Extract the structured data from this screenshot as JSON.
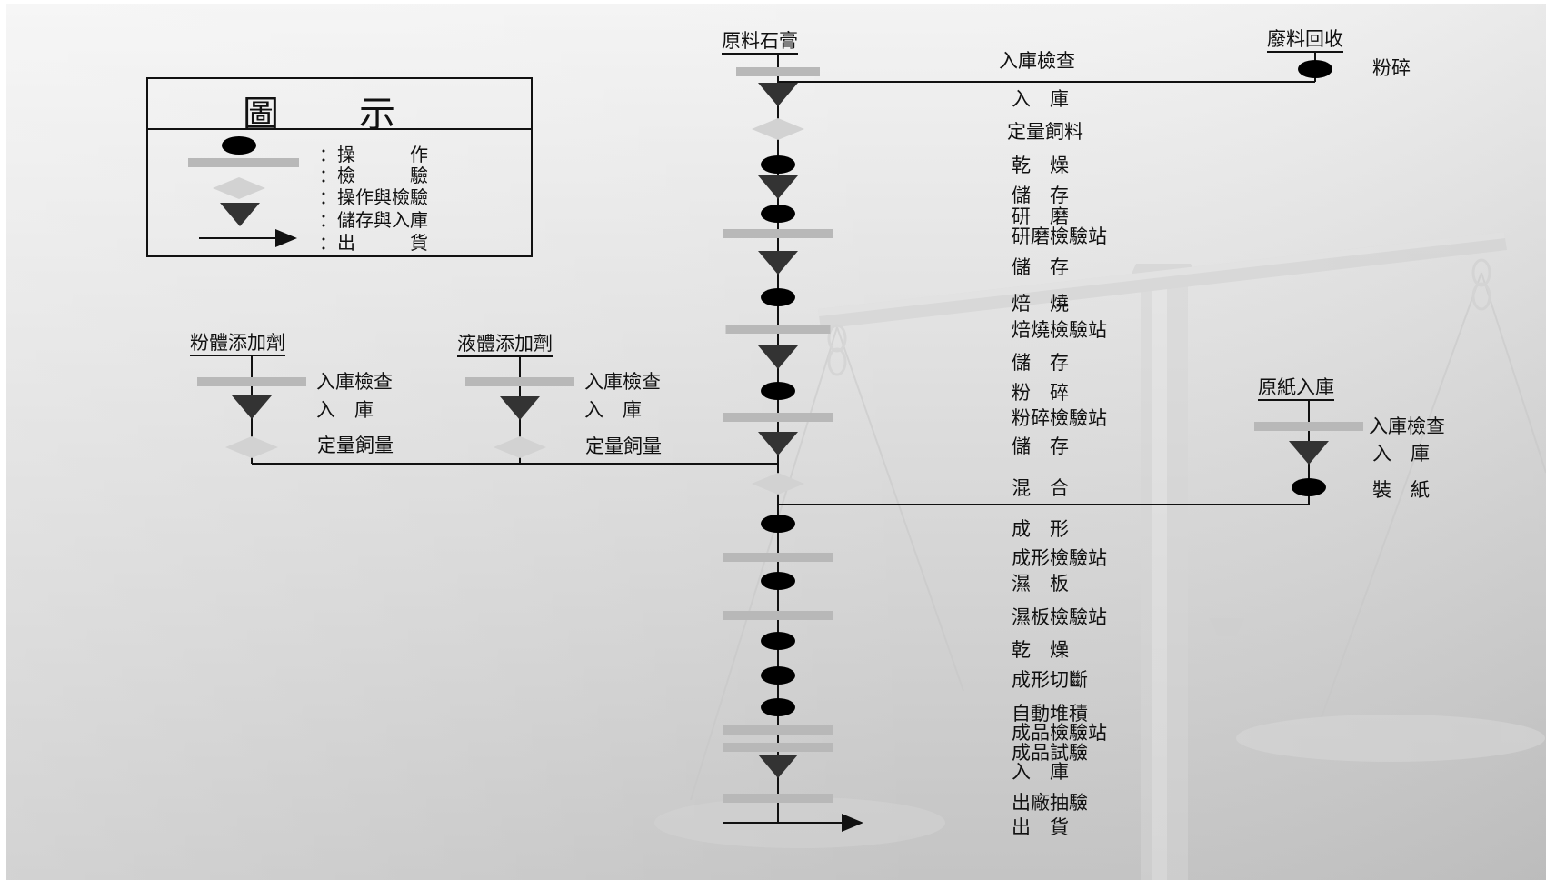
{
  "legend": {
    "title": "圖示",
    "items": [
      {
        "label": "：操　　　作",
        "symbol": "operation"
      },
      {
        "label": "：檢　　　驗",
        "symbol": "inspection"
      },
      {
        "label": "：操作與檢驗",
        "symbol": "operation-and-inspection"
      },
      {
        "label": "：儲存與入庫",
        "symbol": "storage-and-warehousing"
      },
      {
        "label": "：出　　　貨",
        "symbol": "shipment"
      }
    ]
  },
  "sources": {
    "raw_gypsum": "原料石膏",
    "waste_recycling": "廢料回收",
    "powder_additive": "粉體添加劑",
    "liquid_additive": "液體添加劑",
    "paper_intake": "原紙入庫"
  },
  "main_steps": [
    "入庫檢查",
    "入　庫",
    "定量飼料",
    "乾　燥",
    "儲　存",
    "研　磨",
    "研磨檢驗站",
    "儲　存",
    "焙　燒",
    "焙燒檢驗站",
    "儲　存",
    "粉　碎",
    "粉碎檢驗站",
    "儲　存",
    "混　合",
    "成　形",
    "成形檢驗站",
    "濕　板",
    "濕板檢驗站",
    "乾　燥",
    "成形切斷",
    "自動堆積",
    "成品檢驗站",
    "成品試驗",
    "入　庫",
    "出廠抽驗",
    "出　貨"
  ],
  "recycle_step": "粉碎",
  "powder_steps": [
    "入庫檢查",
    "入　庫",
    "定量飼量"
  ],
  "liquid_steps": [
    "入庫檢查",
    "入　庫",
    "定量飼量"
  ],
  "paper_steps": [
    "入庫檢查",
    "入　庫",
    "裝　紙"
  ],
  "colors": {
    "line": "#111111",
    "operation": "#000000",
    "inspection": "#b8b8b8",
    "combo": "#d2d2d2",
    "storage": "#333333",
    "background_light": "#f2f2f2",
    "background_dark": "#c6c6c6"
  }
}
